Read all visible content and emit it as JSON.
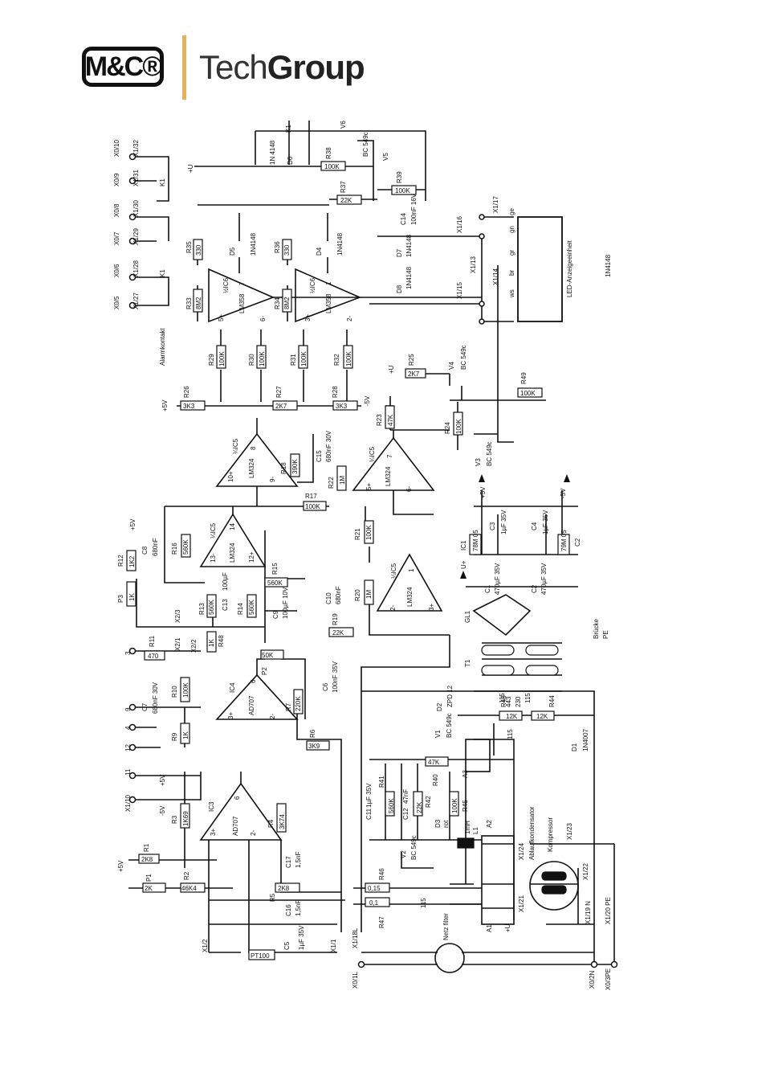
{
  "header": {
    "logo_mark": "M&C®",
    "brand_light": "Tech",
    "brand_bold": "Group"
  },
  "colors": {
    "accent": "#f0b14a",
    "ink": "#111111",
    "background": "#ffffff"
  },
  "schematic": {
    "terminals_top": [
      "X0/10",
      "X1/32",
      "X0/9",
      "X1/31",
      "X0/8",
      "X1/30",
      "X0/7",
      "X1/29",
      "X0/6",
      "X1/28",
      "X0/5",
      "X1/27"
    ],
    "relay_contacts": [
      "K1",
      "K1"
    ],
    "alarm_label": "Alarmkontakt",
    "top": {
      "k1": "K1",
      "d6": "D6",
      "d6_type": "1N 4148",
      "v6": "V6",
      "r38": "R38",
      "r38_val": "100K",
      "v5": "V5",
      "v5_type": "BC 549c",
      "r39": "R39",
      "r39_val": "100K",
      "plus_u": "+U",
      "r37": "R37",
      "r37_val": "22K"
    },
    "led_area": {
      "c14": "C14",
      "c14_val": "100nF 16V",
      "d7": "D7",
      "d7_type": "1N4148",
      "d8": "D8",
      "d8_type": "1N4148",
      "x116": "X1/16",
      "x117": "X1/17",
      "x113": "X1/13",
      "x114": "X1/14",
      "x115": "X1/15",
      "wire_ge": "ge",
      "wire_gn": "gn",
      "wire_gr": "gr",
      "wire_br": "br",
      "wire_ws": "ws",
      "led_label": "LED-Anzeigeeinheit",
      "d_side": "1N4148"
    },
    "comparators": {
      "r35": "R35",
      "r35_val": "330",
      "d5": "D5",
      "d5_type": "1N4148",
      "r36": "R36",
      "r36_val": "330",
      "d4": "D4",
      "d4_type": "1N4148",
      "r33": "R33",
      "r33_val": "8M2",
      "r34": "R34",
      "r34_val": "8M2",
      "ic6a": "½IC6",
      "ic6b": "½IC6",
      "ic6_type": "LM358",
      "pin7": "7",
      "pin1": "1",
      "pin5": "5+",
      "pin6": "6-",
      "pin3": "3+",
      "pin2": "2-",
      "r29": "R29",
      "r29_val": "100K",
      "r30": "R30",
      "r30_val": "100K",
      "r31": "R31",
      "r31_val": "100K",
      "r32": "R32",
      "r32_val": "100K"
    },
    "mid": {
      "plus5": "+5V",
      "minus5": "-5V",
      "r26": "R26",
      "r26_val": "3K3",
      "r27": "R27",
      "r27_val": "2K7",
      "r28": "R28",
      "r28_val": "3K3",
      "r25": "R25",
      "r25_val": "2K7",
      "v4": "V4",
      "v4_type": "BC 549c",
      "r49": "R49",
      "r49_val": "100K",
      "r23": "R23",
      "r23_val": "47K",
      "r24": "R24",
      "r24_val": "100K",
      "v3": "V3",
      "v3_type": "BC 549c"
    },
    "ic5": {
      "ic5c": "¼IC5",
      "ic5d": "¼IC5",
      "ic5b": "¼IC5",
      "ic5a": "¼IC5",
      "type": "LM324",
      "pin8": "8",
      "pin10": "10+",
      "pin9": "9-",
      "pin7": "7",
      "pin5": "5+",
      "pin6": "6-",
      "pin14": "14",
      "pin13": "13-",
      "pin12": "12+",
      "pin1": "1",
      "pin2": "2-",
      "pin3": "3+",
      "r18": "R18",
      "r18_val": "390K",
      "c15": "C15",
      "c15_val": "680nF 30V",
      "r17": "R17",
      "r17_val": "100K",
      "r22": "R22",
      "r22_val": "1M",
      "r21": "R21",
      "r21_val": "100K",
      "r16": "R16",
      "r16_val": "560K",
      "c8": "C8",
      "c8_val": "680nF",
      "r15": "R15",
      "r15_val": "560K",
      "r13": "R13",
      "r13_val": "560K",
      "c13": "C13",
      "c13_val": "100µF",
      "r14": "R14",
      "r14_val": "560K",
      "c9": "C9",
      "c9_val": "100µF 10V",
      "r20": "R20",
      "r20_val": "1M",
      "c10": "C10",
      "c10_val": "680nF",
      "r19": "R19",
      "r19_val": "22K"
    },
    "power": {
      "plus5": "+5V",
      "minus5": "-5V",
      "ic1": "IC1",
      "ic1_type": "78M 05",
      "c2_reg": "79M 05",
      "c2_reg_label": "C2",
      "c3": "C3",
      "c3_val": "1µF 35V",
      "c4": "C4",
      "c4_val": "1µF 35V",
      "c1": "C1",
      "c1_val": "470µF 35V",
      "c2": "C2",
      "c2_val": "470µF 35V",
      "u_plus": "U+",
      "gl1": "GL1",
      "t1": "T1",
      "bridge": "Brücke",
      "pe": "PE",
      "tap115a": "115",
      "tap230": "230",
      "tap115b": "115",
      "tap443": "443",
      "tap115c": "115",
      "d2": "D2",
      "d2_type": "ZPD 12",
      "r43": "R43",
      "r43_val": "12K",
      "r44": "R44",
      "r44_val": "12K",
      "d1": "D1",
      "d1_type": "1N4007"
    },
    "left": {
      "plus5": "+5V",
      "minus5": "-5V",
      "r12": "R12",
      "r12_val": "1K2",
      "p3": "P3",
      "p3_val": "1K",
      "x23": "X2/3",
      "x22": "X2/2",
      "x21": "X2/1",
      "r11": "R11",
      "r11_val": "470",
      "pin3": "3",
      "pin9": "9",
      "pin4": "4",
      "pin12": "12",
      "pin11": "11",
      "r48": "R48",
      "r48_val": "1K",
      "c7": "C7",
      "c7_val": "680nF 30V",
      "r10": "R10",
      "r10_val": "100K",
      "r9": "R9",
      "r9_val": "1K",
      "x110": "X1/10",
      "r3": "R3",
      "r3_val": "1K69",
      "r1": "R1",
      "r1_val": "2K8",
      "p1": "P1",
      "p1_val": "2K",
      "r2": "R2",
      "r2_val": "46K4",
      "x12": "X1/2",
      "pt100": "PT100"
    },
    "ic4": {
      "ic4": "IC4",
      "ic4_type": "AD707",
      "p2": "P2",
      "p2_val": "50K",
      "r7": "R7",
      "r7_val": "220K",
      "c6": "C6",
      "c6_val": "100nF 35V",
      "r6": "R6",
      "r6_val": "3K9",
      "pin6": "6",
      "pin3": "3+",
      "pin2": "2-",
      "ic3": "IC3",
      "ic3_type": "AD707",
      "r4": "R4",
      "r4_val": "3K74",
      "c17": "C17",
      "c17_val": "1,5nF",
      "r5": "R5",
      "r5_val": "2K8",
      "c16": "C16",
      "c16_val": "1,5nF",
      "c5": "C5",
      "c5_val": "1µF 35V",
      "x11": "X1/1"
    },
    "bottom": {
      "v1": "V1",
      "v1_type": "BC 549c",
      "r41": "R41",
      "r41_val": "560K",
      "c11": "C11",
      "c11_val": "1µF 35V",
      "c12": "C12",
      "c12_val": "47nF",
      "r42": "R42",
      "r42_val": "22K",
      "r40": "R40",
      "r40_val": "47K",
      "r45": "R45",
      "r45_val": "100K",
      "a3": "A3",
      "d3": "D3",
      "d3_type": "rot",
      "v2": "V2",
      "v2_type": "BC 549c",
      "l1": "L1",
      "l1_val": "1mH",
      "a2": "A2",
      "r46": "R46",
      "r46_val": "0,15",
      "r47": "R47",
      "r47_val": "0,1",
      "tap115": "115",
      "a1": "A1",
      "plus_u": "+U",
      "x121": "X1/21",
      "x124": "X1/24",
      "x122": "X1/22",
      "x123": "X1/23",
      "komp": "Kompressor",
      "ablauf": "Ablaufkondensator",
      "netz": "Netz filter",
      "x118": "X1/18L",
      "x119": "X1/19 N",
      "x120": "X1/20 PE",
      "x01": "X0/1L",
      "x02": "X0/2N",
      "x03": "X0/3PE"
    }
  }
}
